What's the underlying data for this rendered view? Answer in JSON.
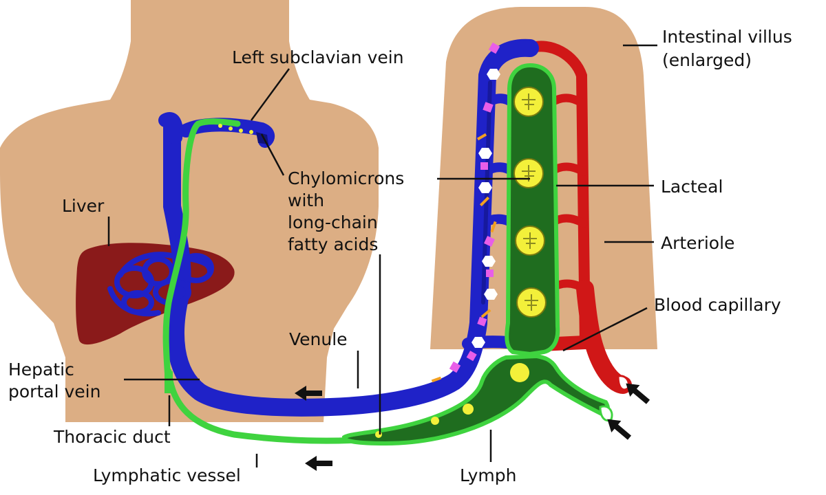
{
  "labels": {
    "intestinal_villus_line1": "Intestinal villus",
    "intestinal_villus_line2": "(enlarged)",
    "left_subclavian_vein": "Left subclavian vein",
    "chylomicrons_line1": "Chylomicrons",
    "chylomicrons_line2": "with",
    "chylomicrons_line3": "long-chain",
    "chylomicrons_line4": "fatty acids",
    "liver": "Liver",
    "lacteal": "Lacteal",
    "arteriole": "Arteriole",
    "blood_capillary": "Blood capillary",
    "venule": "Venule",
    "hepatic_portal_vein_line1": "Hepatic",
    "hepatic_portal_vein_line2": "portal vein",
    "thoracic_duct": "Thoracic duct",
    "lymphatic_vessel": "Lymphatic vessel",
    "lymph": "Lymph"
  },
  "colors": {
    "skin": "#dcae84",
    "liver": "#8a1a1a",
    "vein": "#1f22c8",
    "vein_dark": "#10137a",
    "lymph_vessel": "#3fd33f",
    "lacteal_fill": "#1f6d1f",
    "artery": "#d01717",
    "chylomicron": "#f3f03a",
    "nutrient_pink": "#e85ee8",
    "nutrient_white": "#ffffff",
    "fatty_acid": "#f2a020"
  }
}
